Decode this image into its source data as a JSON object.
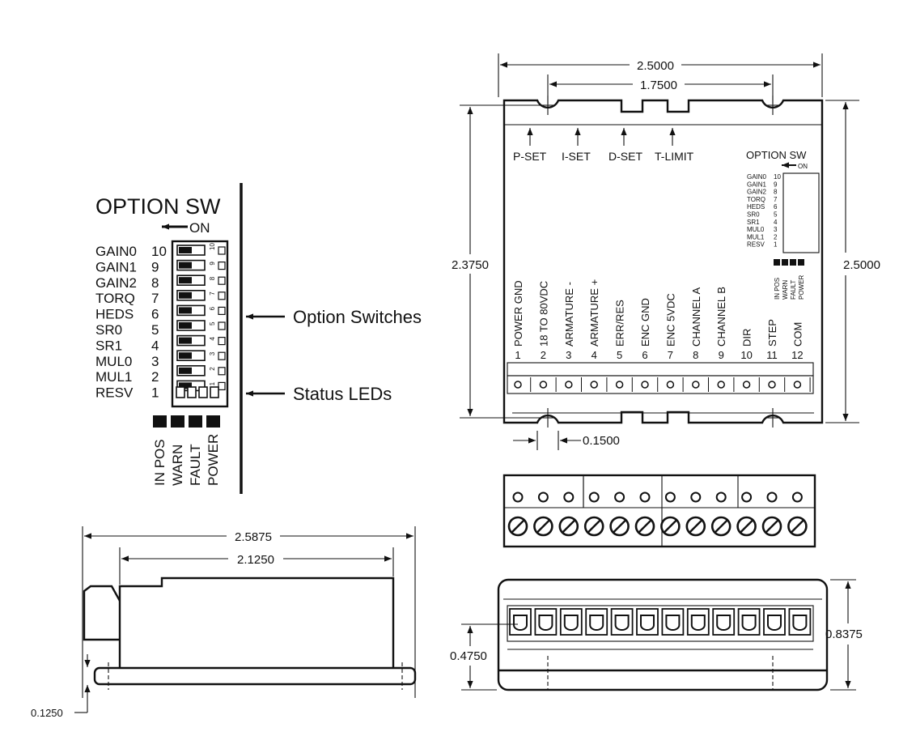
{
  "side_panel": {
    "title": "OPTION SW",
    "on_label": "ON",
    "switches": [
      {
        "name": "GAIN0",
        "num": "10"
      },
      {
        "name": "GAIN1",
        "num": "9"
      },
      {
        "name": "GAIN2",
        "num": "8"
      },
      {
        "name": "TORQ",
        "num": "7"
      },
      {
        "name": "HEDS",
        "num": "6"
      },
      {
        "name": "SR0",
        "num": "5"
      },
      {
        "name": "SR1",
        "num": "4"
      },
      {
        "name": "MUL0",
        "num": "3"
      },
      {
        "name": "MUL1",
        "num": "2"
      },
      {
        "name": "RESV",
        "num": "1"
      }
    ],
    "switch_body_numbers": [
      "10",
      "9",
      "8",
      "7",
      "6",
      "5",
      "4",
      "3",
      "2",
      "1"
    ],
    "leds": [
      "IN POS",
      "WARN",
      "FAULT",
      "POWER"
    ],
    "callout_option_switches": "Option Switches",
    "callout_status_leds": "Status LEDs"
  },
  "top_view": {
    "width_overall": "2.5000",
    "hole_spacing": "1.7500",
    "height_holes": "2.3750",
    "height_overall": "2.5000",
    "hole_offset": "0.1500",
    "pots": [
      "P-SET",
      "I-SET",
      "D-SET",
      "T-LIMIT"
    ],
    "option_sw_label": "OPTION SW",
    "on_label": "ON",
    "mini_switches": [
      {
        "name": "GAIN0",
        "num": "10"
      },
      {
        "name": "GAIN1",
        "num": "9"
      },
      {
        "name": "GAIN2",
        "num": "8"
      },
      {
        "name": "TORQ",
        "num": "7"
      },
      {
        "name": "HEDS",
        "num": "6"
      },
      {
        "name": "SR0",
        "num": "5"
      },
      {
        "name": "SR1",
        "num": "4"
      },
      {
        "name": "MUL0",
        "num": "3"
      },
      {
        "name": "MUL1",
        "num": "2"
      },
      {
        "name": "RESV",
        "num": "1"
      }
    ],
    "mini_leds": [
      "IN POS",
      "WARN",
      "FAULT",
      "POWER"
    ],
    "pins": [
      {
        "label": "POWER GND",
        "num": "1"
      },
      {
        "label": "18 TO 80VDC",
        "num": "2"
      },
      {
        "label": "ARMATURE -",
        "num": "3"
      },
      {
        "label": "ARMATURE +",
        "num": "4"
      },
      {
        "label": "ERR/RES",
        "num": "5"
      },
      {
        "label": "ENC GND",
        "num": "6"
      },
      {
        "label": "ENC 5VDC",
        "num": "7"
      },
      {
        "label": "CHANNEL A",
        "num": "8"
      },
      {
        "label": "CHANNEL B",
        "num": "9"
      },
      {
        "label": "DIR",
        "num": "10"
      },
      {
        "label": "STEP",
        "num": "11"
      },
      {
        "label": "COM",
        "num": "12"
      }
    ]
  },
  "side_view": {
    "length_overall": "2.5875",
    "length_body": "2.1250",
    "base_thickness": "0.1250"
  },
  "front_view": {
    "height_overall": "0.8375",
    "terminal_height": "0.4750"
  }
}
